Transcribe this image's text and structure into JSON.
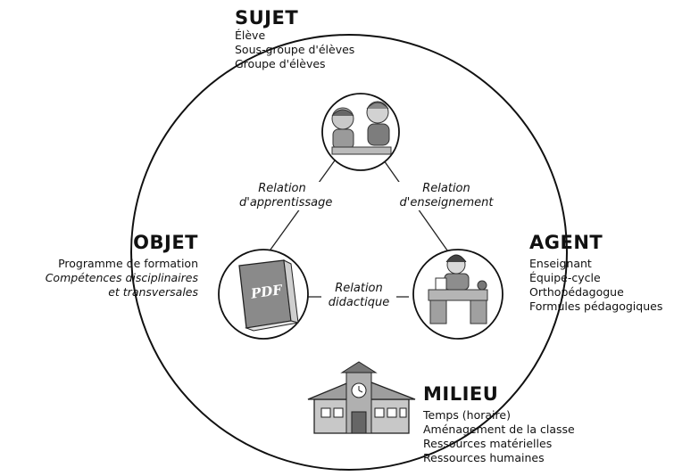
{
  "sujet": {
    "title": "SUJET",
    "items": [
      "Élève",
      "Sous-groupe d'élèves",
      "Groupe d'élèves"
    ]
  },
  "objet": {
    "title": "OBJET",
    "items": [
      "Programme de formation",
      "Compétences disciplinaires",
      "et transversales"
    ]
  },
  "agent": {
    "title": "AGENT",
    "items": [
      "Enseignant",
      "Équipe-cycle",
      "Orthopédagogue",
      "Formules pédagogiques"
    ]
  },
  "milieu": {
    "title": "MILIEU",
    "items": [
      "Temps (horaire)",
      "Aménagement de la classe",
      "Ressources matérielles",
      "Ressources humaines"
    ]
  },
  "relations": {
    "apprentissage": [
      "Relation",
      "d'apprentissage"
    ],
    "enseignement": [
      "Relation",
      "d'enseignement"
    ],
    "didactique": [
      "Relation",
      "didactique"
    ]
  },
  "book_label": "PDF",
  "icons": {
    "sujet": "students-icon",
    "objet": "book-icon",
    "agent": "teacher-at-desk-icon",
    "milieu": "school-building-icon"
  }
}
